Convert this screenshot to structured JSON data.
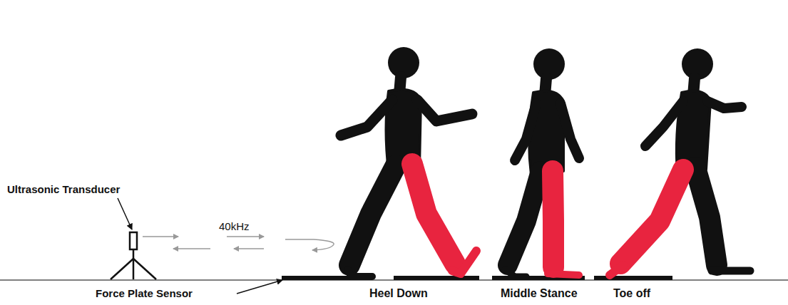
{
  "diagram": {
    "labels": [
      "Ultrasonic Transducer",
      "40kHz",
      "Force Plate Sensor",
      "Heel Down",
      "Middle Stance",
      "Toe off"
    ]
  }
}
